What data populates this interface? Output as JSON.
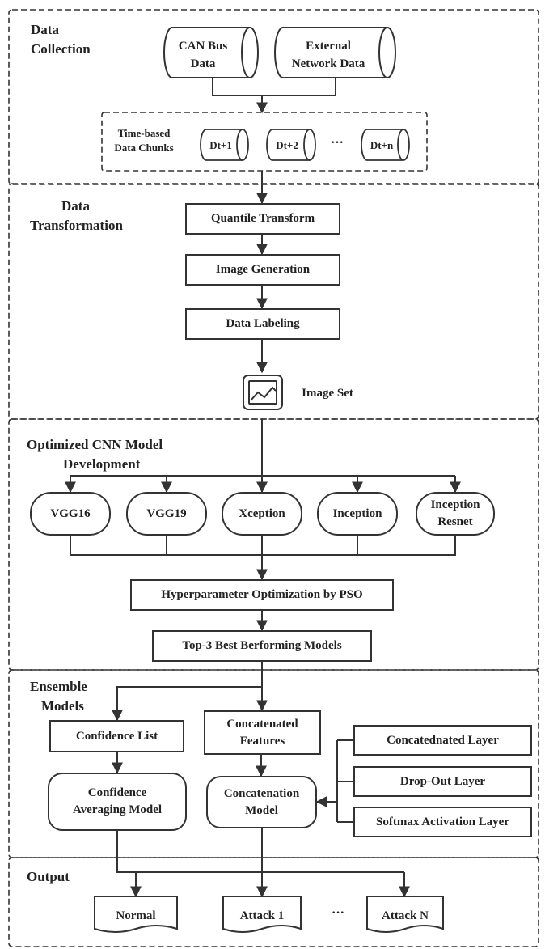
{
  "sections": {
    "data_collection": [
      "Data",
      "Collection"
    ],
    "data_transformation": [
      "Data",
      "Transformation"
    ],
    "cnn_development": [
      "Optimized CNN Model",
      "Development"
    ],
    "ensemble_models": [
      "Ensemble",
      "Models"
    ],
    "output": "Output"
  },
  "data_sources": {
    "can_bus": [
      "CAN Bus",
      "Data"
    ],
    "external_network": [
      "External",
      "Network Data"
    ]
  },
  "chunks": {
    "label": [
      "Time-based",
      "Data Chunks"
    ],
    "items": [
      "Dt+1",
      "Dt+2",
      "Dt+n"
    ],
    "ellipsis": "···"
  },
  "transformation_steps": [
    "Quantile Transform",
    "Image Generation",
    "Data Labeling"
  ],
  "image_set_label": "Image Set",
  "cnn_models": [
    [
      "VGG16"
    ],
    [
      "VGG19"
    ],
    [
      "Xception"
    ],
    [
      "Inception"
    ],
    [
      "Inception",
      "Resnet"
    ]
  ],
  "hyperparameter_box": "Hyperparameter Optimization by PSO",
  "top3_box": "Top-3 Best Berforming Models",
  "ensemble": {
    "confidence_list": "Confidence List",
    "confidence_model": [
      "Confidence",
      "Averaging Model"
    ],
    "concatenated_features": [
      "Concatenated",
      "Features"
    ],
    "concatenation_model": [
      "Concatenation",
      "Model"
    ],
    "layers": [
      "Concatednated Layer",
      "Drop-Out Layer",
      "Softmax Activation Layer"
    ]
  },
  "outputs": {
    "items": [
      "Normal",
      "Attack 1",
      "Attack N"
    ],
    "ellipsis": "···"
  },
  "colors": {
    "line": "#333333",
    "text": "#222222",
    "background": "#ffffff"
  },
  "icons": {
    "image_set": "image-icon"
  }
}
